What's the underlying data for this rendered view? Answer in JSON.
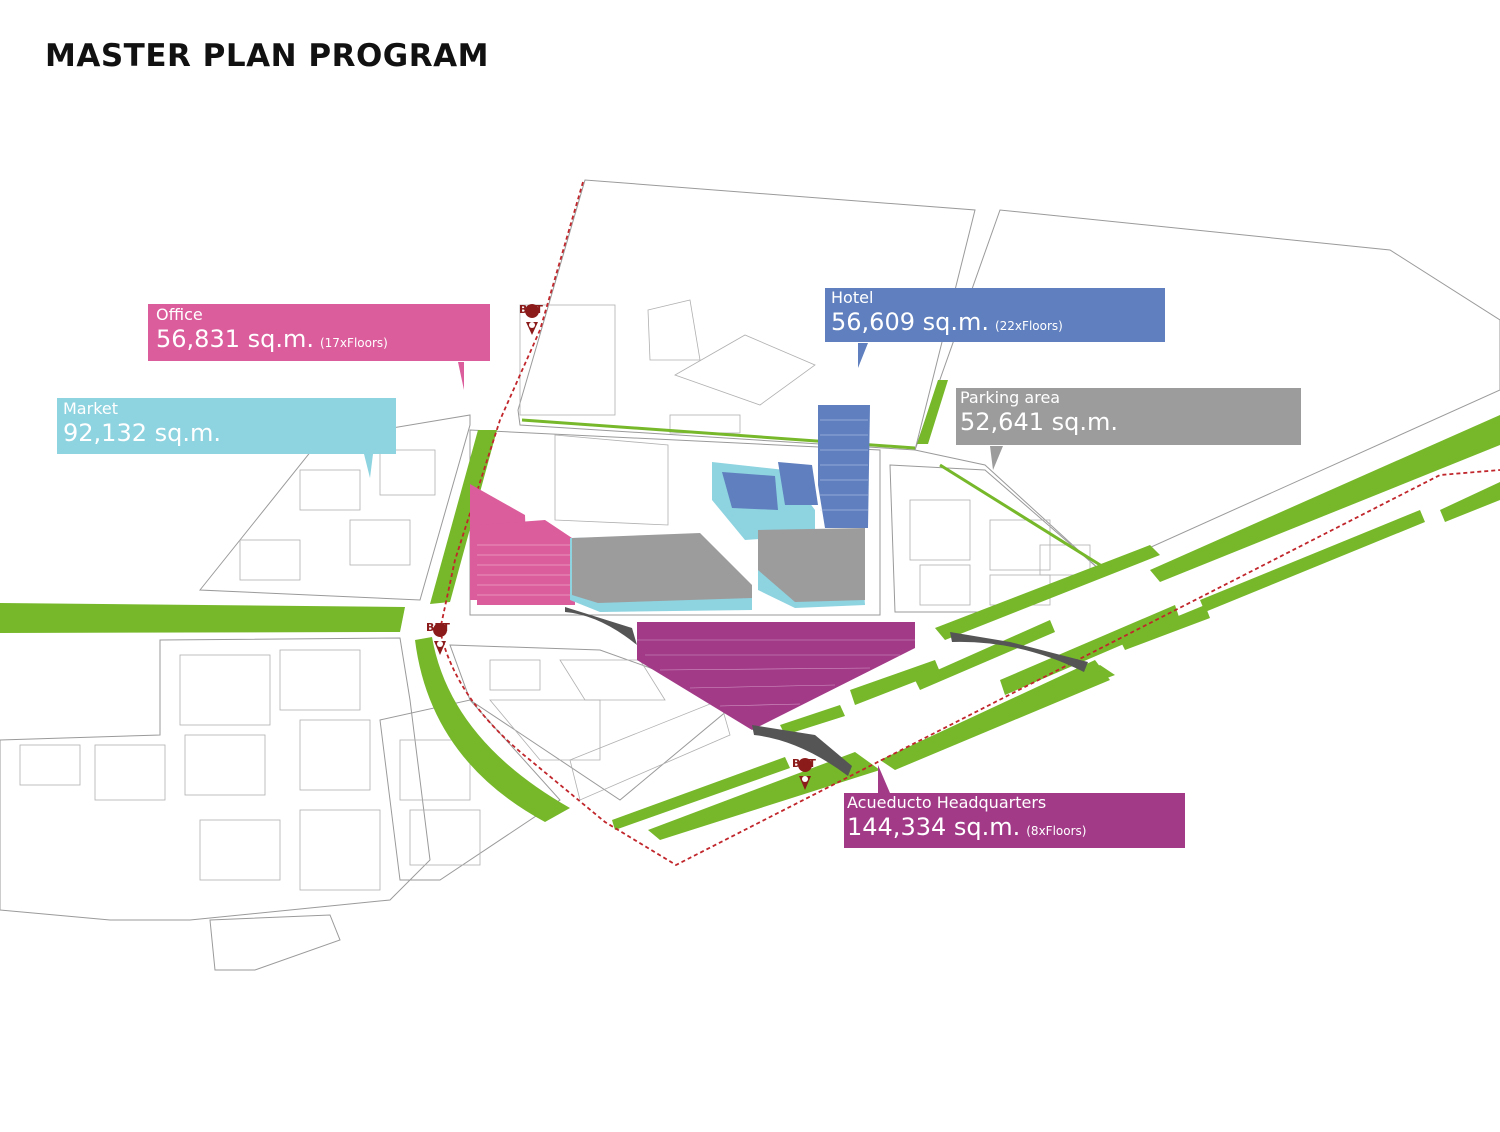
{
  "title": "MASTER PLAN PROGRAM",
  "colors": {
    "office": "#db5d9c",
    "market": "#8ed3e0",
    "hotel": "#5f7fbe",
    "parking": "#9c9c9c",
    "headquarters": "#a23a88",
    "green": "#76b82a",
    "brt_route": "#c0262b",
    "outline": "#9a9a9a"
  },
  "callouts": {
    "office": {
      "name": "Office",
      "area": "56,831 sq.m.",
      "floors": "(17xFloors)"
    },
    "market": {
      "name": "Market",
      "area": "92,132 sq.m."
    },
    "hotel": {
      "name": "Hotel",
      "area": "56,609 sq.m.",
      "floors": "(22xFloors)"
    },
    "parking": {
      "name": "Parking area",
      "area": "52,641 sq.m."
    },
    "headquarters": {
      "name": "Acueducto Headquarters",
      "area": "144,334 sq.m.",
      "floors": "(8xFloors)"
    }
  },
  "brt_stops": [
    "BRT",
    "BRT",
    "BRT"
  ]
}
